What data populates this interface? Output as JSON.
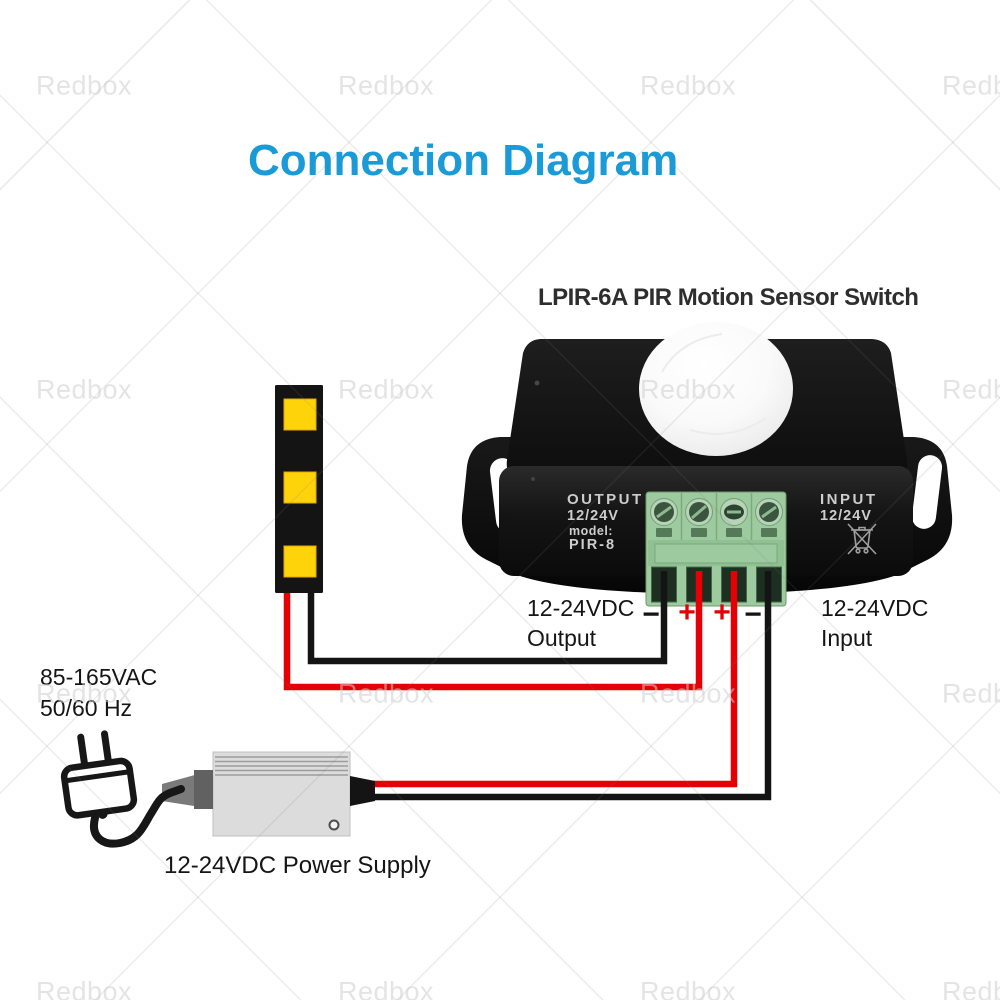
{
  "title": "Connection Diagram",
  "watermark": {
    "text": "Redbox"
  },
  "colors": {
    "accent_blue": "#1a9bd7",
    "wire_red": "#e60005",
    "wire_black": "#141414",
    "led_yellow": "#ffd30a",
    "terminal_green": "#9dcb9f",
    "psu_gray": "#dcdcdc"
  },
  "device": {
    "label": "LPIR-6A PIR Motion Sensor Switch",
    "front": {
      "output_title": "OUTPUT",
      "output_voltage": "12/24V",
      "model_label": "model:",
      "model_value": "PIR-8",
      "input_title": "INPUT",
      "input_voltage": "12/24V"
    },
    "terminals": {
      "signs": [
        "−",
        "+",
        "+",
        "−"
      ]
    }
  },
  "labels": {
    "output_line1": "12-24VDC",
    "output_line2": "Output",
    "input_line1": "12-24VDC",
    "input_line2": "Input",
    "ac_line1": "85-165VAC",
    "ac_line2": "50/60 Hz",
    "psu": "12-24VDC Power Supply"
  }
}
